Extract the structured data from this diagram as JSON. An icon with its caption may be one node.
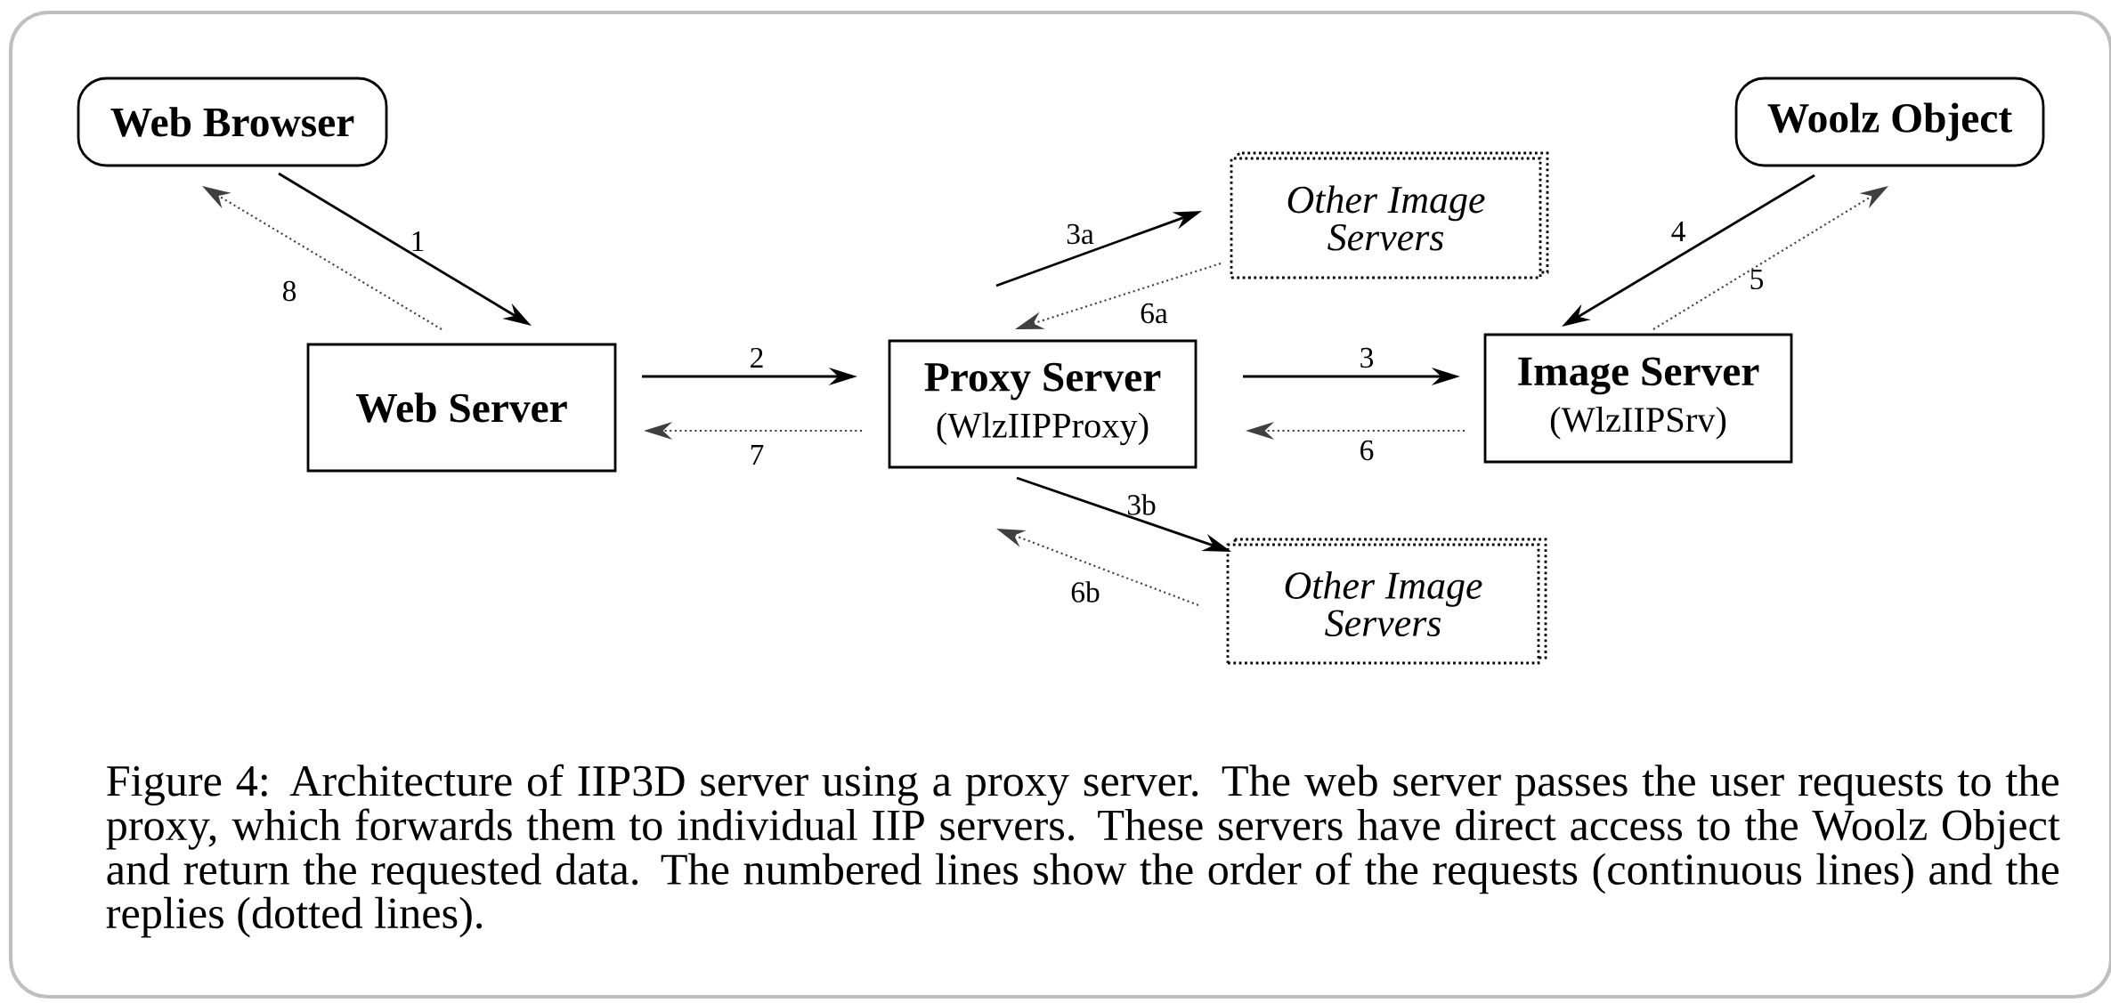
{
  "diagram": {
    "caption": "Figure 4: Architecture of IIP3D server using a proxy server. The web server passes the user requests to the proxy, which forwards them to individual IIP servers. These servers have direct access to the Woolz Object and return the requested data. The numbered lines show the order of the requests (continuous lines) and the replies (dotted lines).",
    "nodes": [
      {
        "text": [
          "Web Browser"
        ]
      },
      {
        "text": [
          "Woolz Object"
        ]
      },
      {
        "text": [
          "Web Server"
        ]
      },
      {
        "text": [
          "Proxy Server",
          "(WlzIIPProxy)"
        ]
      },
      {
        "text": [
          "Image Server",
          "(WlzIIPSrv)"
        ]
      },
      {
        "text": [
          "Other Image Servers"
        ]
      },
      {
        "text": [
          "Other Image Servers"
        ]
      }
    ],
    "edges": [
      {
        "from": 0,
        "to": 2,
        "arrow": "to",
        "label": "1"
      },
      {
        "from": 2,
        "to": 0,
        "arrow": "to",
        "label": "8",
        "style": "dashed"
      },
      {
        "from": 2,
        "to": 3,
        "arrow": "to",
        "label": "2"
      },
      {
        "from": 3,
        "to": 2,
        "arrow": "to",
        "label": "7",
        "style": "dashed"
      },
      {
        "from": 3,
        "to": 4,
        "arrow": "to",
        "label": "3"
      },
      {
        "from": 4,
        "to": 3,
        "arrow": "to",
        "label": "6",
        "style": "dashed"
      },
      {
        "from": 3,
        "to": 5,
        "arrow": "to",
        "label": "3a"
      },
      {
        "from": 5,
        "to": 3,
        "arrow": "to",
        "label": "6a",
        "style": "dashed"
      },
      {
        "from": 3,
        "to": 6,
        "arrow": "to",
        "label": "3b"
      },
      {
        "from": 6,
        "to": 3,
        "arrow": "to",
        "label": "6b",
        "style": "dashed"
      },
      {
        "from": 1,
        "to": 4,
        "arrow": "to",
        "label": "4"
      },
      {
        "from": 4,
        "to": 1,
        "arrow": "to",
        "label": "5",
        "style": "dashed"
      }
    ]
  }
}
